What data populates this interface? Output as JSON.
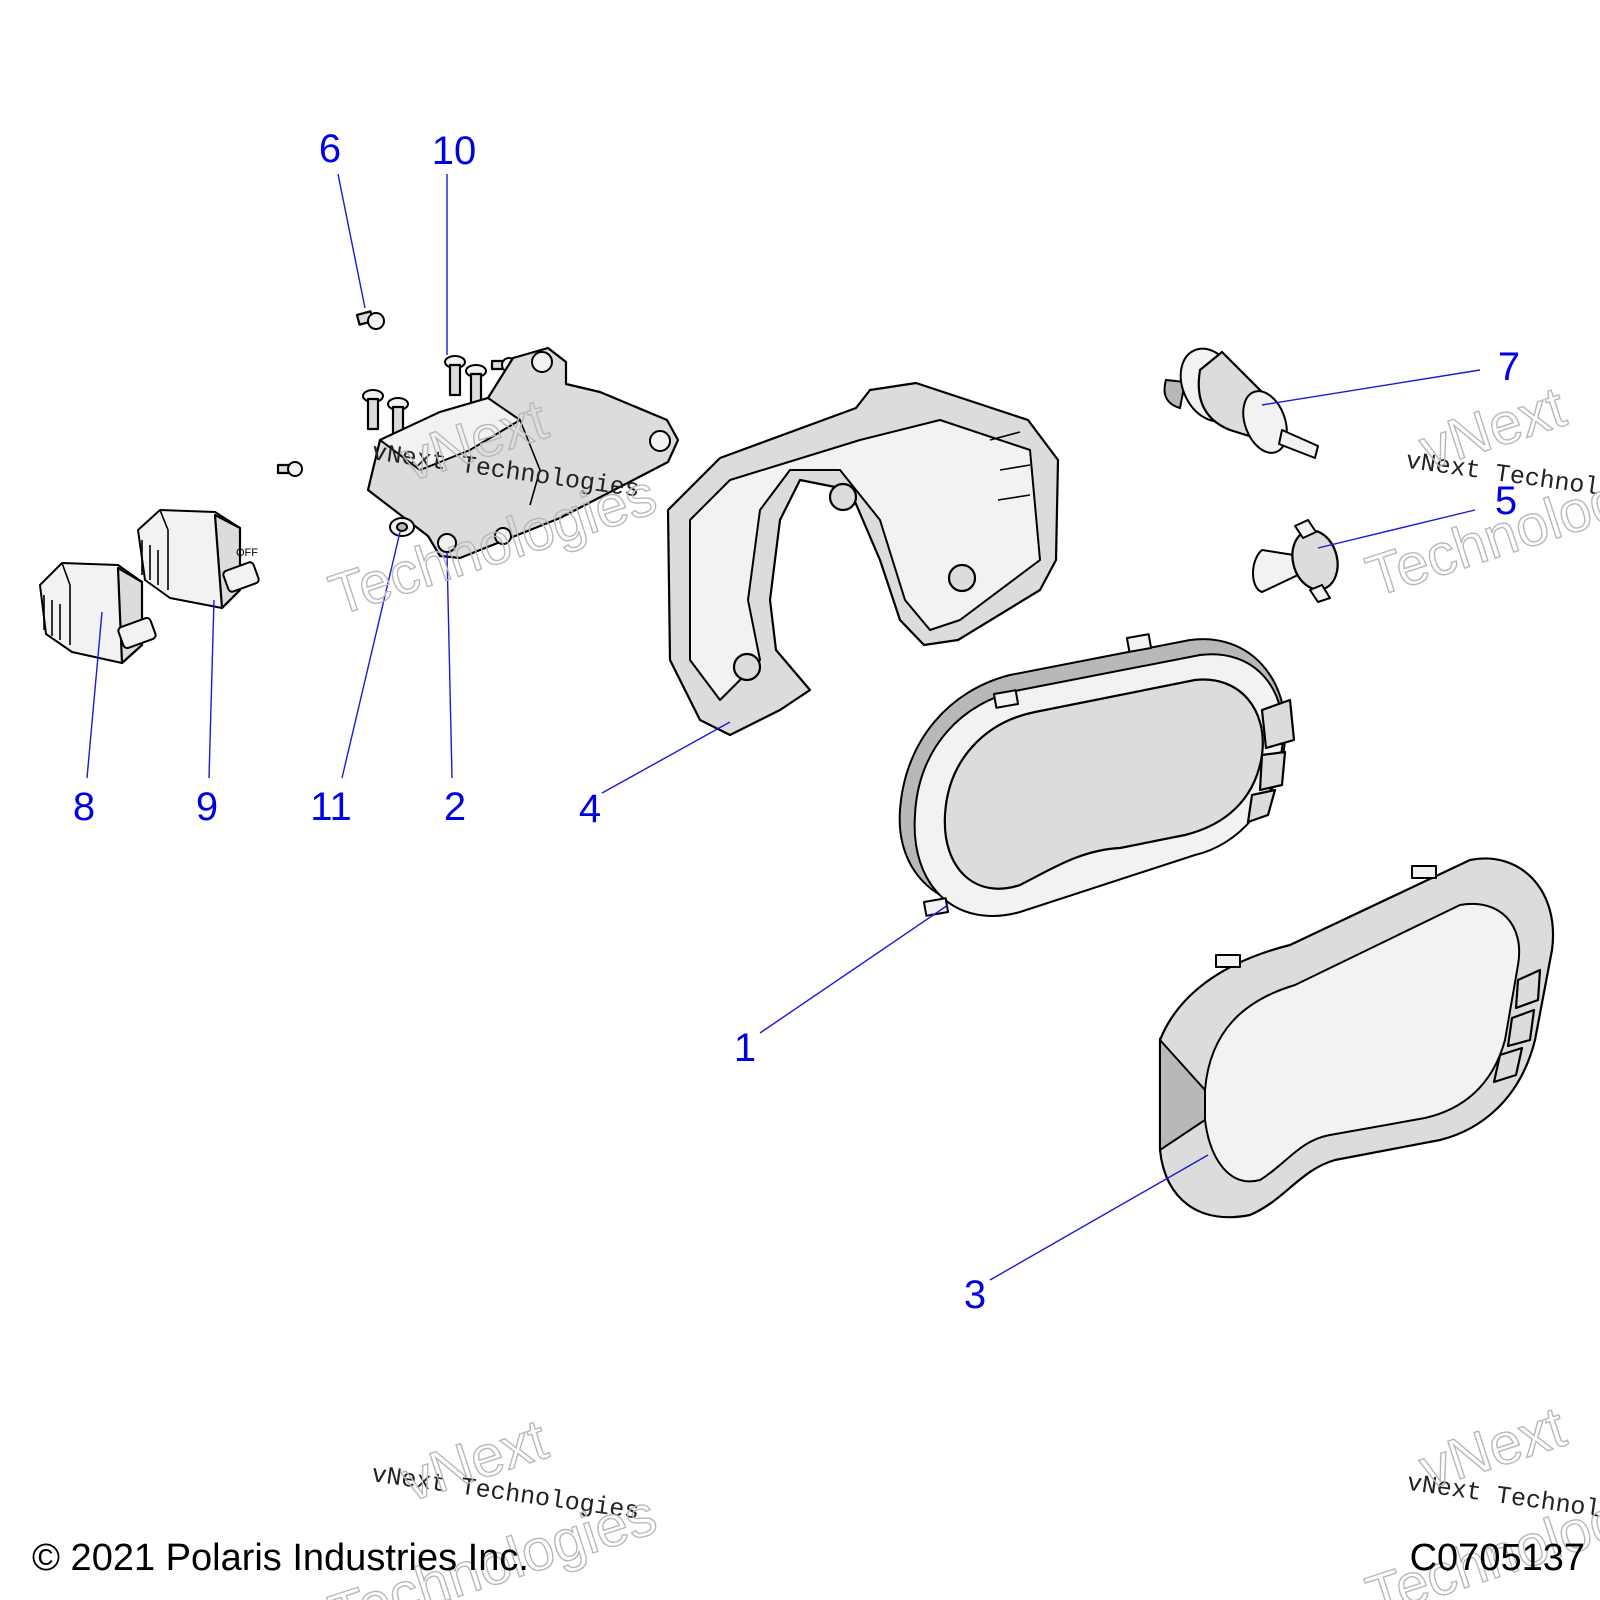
{
  "callouts": {
    "c1": "1",
    "c2": "2",
    "c3": "3",
    "c4": "4",
    "c5": "5",
    "c6": "6",
    "c7": "7",
    "c8": "8",
    "c9": "9",
    "c10": "10",
    "c11": "11"
  },
  "watermark": {
    "line": "vNext Technologies",
    "big_top": "vNext",
    "big_bottom": "Technologies"
  },
  "footer": {
    "copyright": "© 2021 Polaris Industries Inc.",
    "drawing_id": "C0705137"
  },
  "colors": {
    "callout": "#0000e6",
    "leader": "#1a1ad6",
    "part_fill": "#dcdcdc"
  }
}
